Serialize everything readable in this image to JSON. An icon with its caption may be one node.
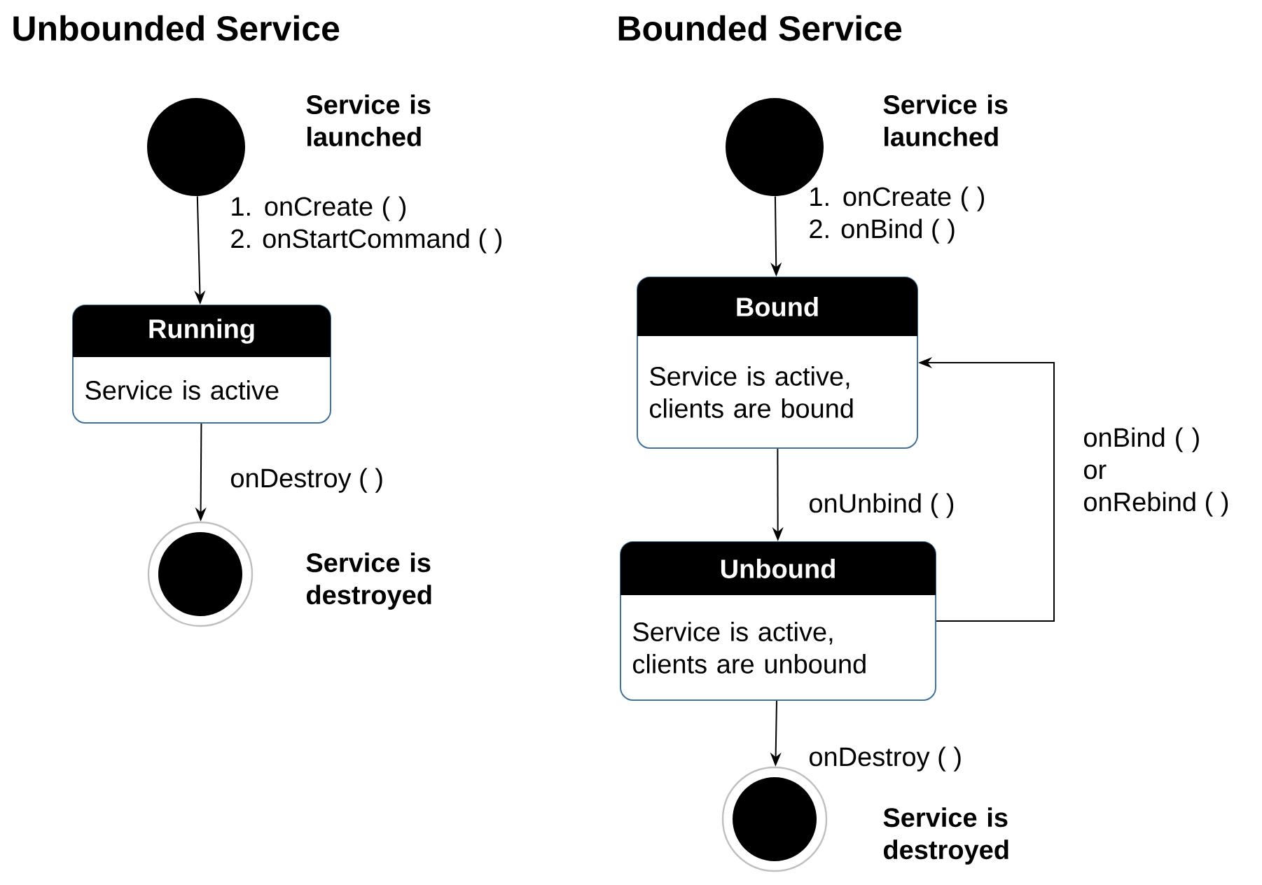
{
  "diagram": {
    "nodes": [
      {
        "text": [],
        "shape": "circle",
        "beside": [
          "Service is launched"
        ]
      },
      {
        "text": [
          "Running",
          "Service is active"
        ]
      },
      {
        "text": [],
        "shape": "circle",
        "beside": [
          "Service is destroyed"
        ]
      },
      {
        "text": [],
        "shape": "circle",
        "beside": [
          "Service is launched"
        ]
      },
      {
        "text": [
          "Bound",
          "Service is active, clients are bound"
        ]
      },
      {
        "text": [
          "Unbound",
          "Service is active, clients are unbound"
        ]
      },
      {
        "text": [],
        "shape": "circle",
        "beside": [
          "Service is destroyed"
        ]
      }
    ],
    "edges": [
      {
        "from": 0,
        "to": 1,
        "arrow": "to",
        "label": "1. onCreate ( ) 2. onStartCommand ( )"
      },
      {
        "from": 1,
        "to": 2,
        "arrow": "to",
        "label": "onDestroy ( )"
      },
      {
        "from": 3,
        "to": 4,
        "arrow": "to",
        "label": "1. onCreate ( ) 2. onBind ( )"
      },
      {
        "from": 4,
        "to": 5,
        "arrow": "to",
        "label": "onUnbind ( )"
      },
      {
        "from": 5,
        "to": 4,
        "arrow": "to",
        "label": "onBind ( ) or onRebind ( )"
      },
      {
        "from": 5,
        "to": 6,
        "arrow": "to",
        "label": "onDestroy ( )"
      }
    ],
    "labels": [
      "Unbounded Service",
      "Bounded Service"
    ]
  }
}
